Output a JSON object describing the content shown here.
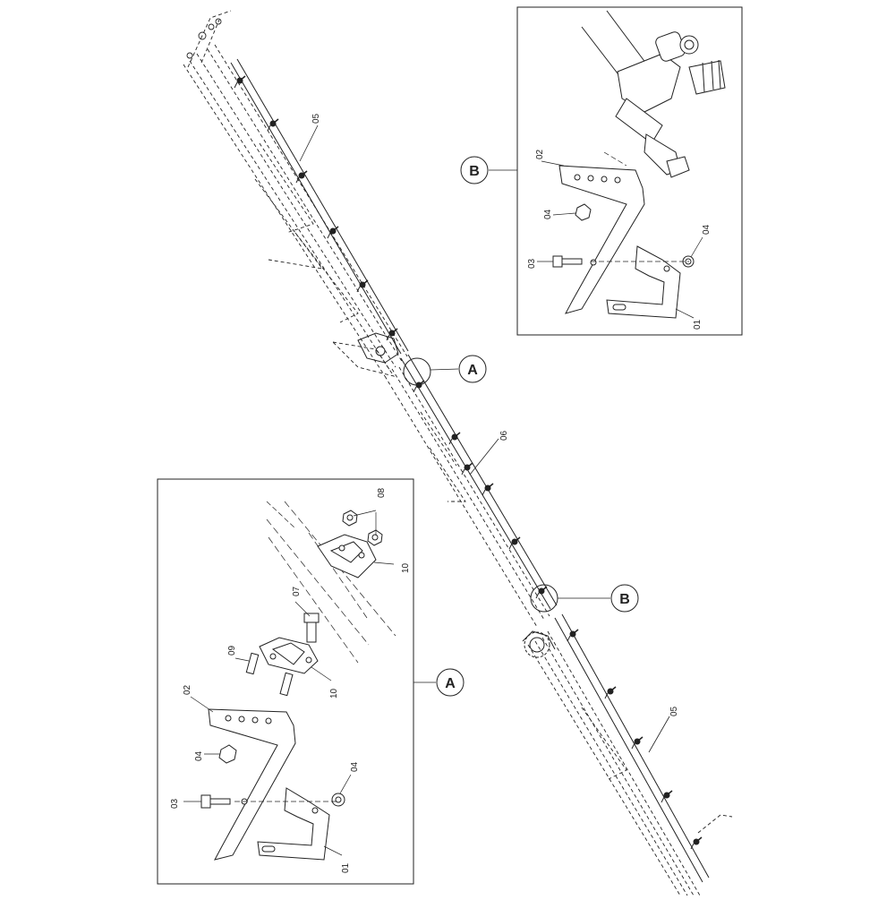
{
  "diagram": {
    "main_labels": {
      "boom_upper": "05",
      "boom_lower": "05",
      "section_mid": "06",
      "detail_a_marker": "A",
      "detail_b_marker": "B"
    },
    "detail_a": {
      "callout": "A",
      "parts": {
        "p08": "08",
        "p10_top": "10",
        "p07": "07",
        "p09": "09",
        "p10_bottom": "10",
        "p02": "02",
        "p04_left": "04",
        "p04_right": "04",
        "p03": "03",
        "p01": "01"
      }
    },
    "detail_b": {
      "callout": "B",
      "parts": {
        "p02": "02",
        "p04_left": "04",
        "p04_right": "04",
        "p03": "03",
        "p01": "01"
      }
    }
  }
}
